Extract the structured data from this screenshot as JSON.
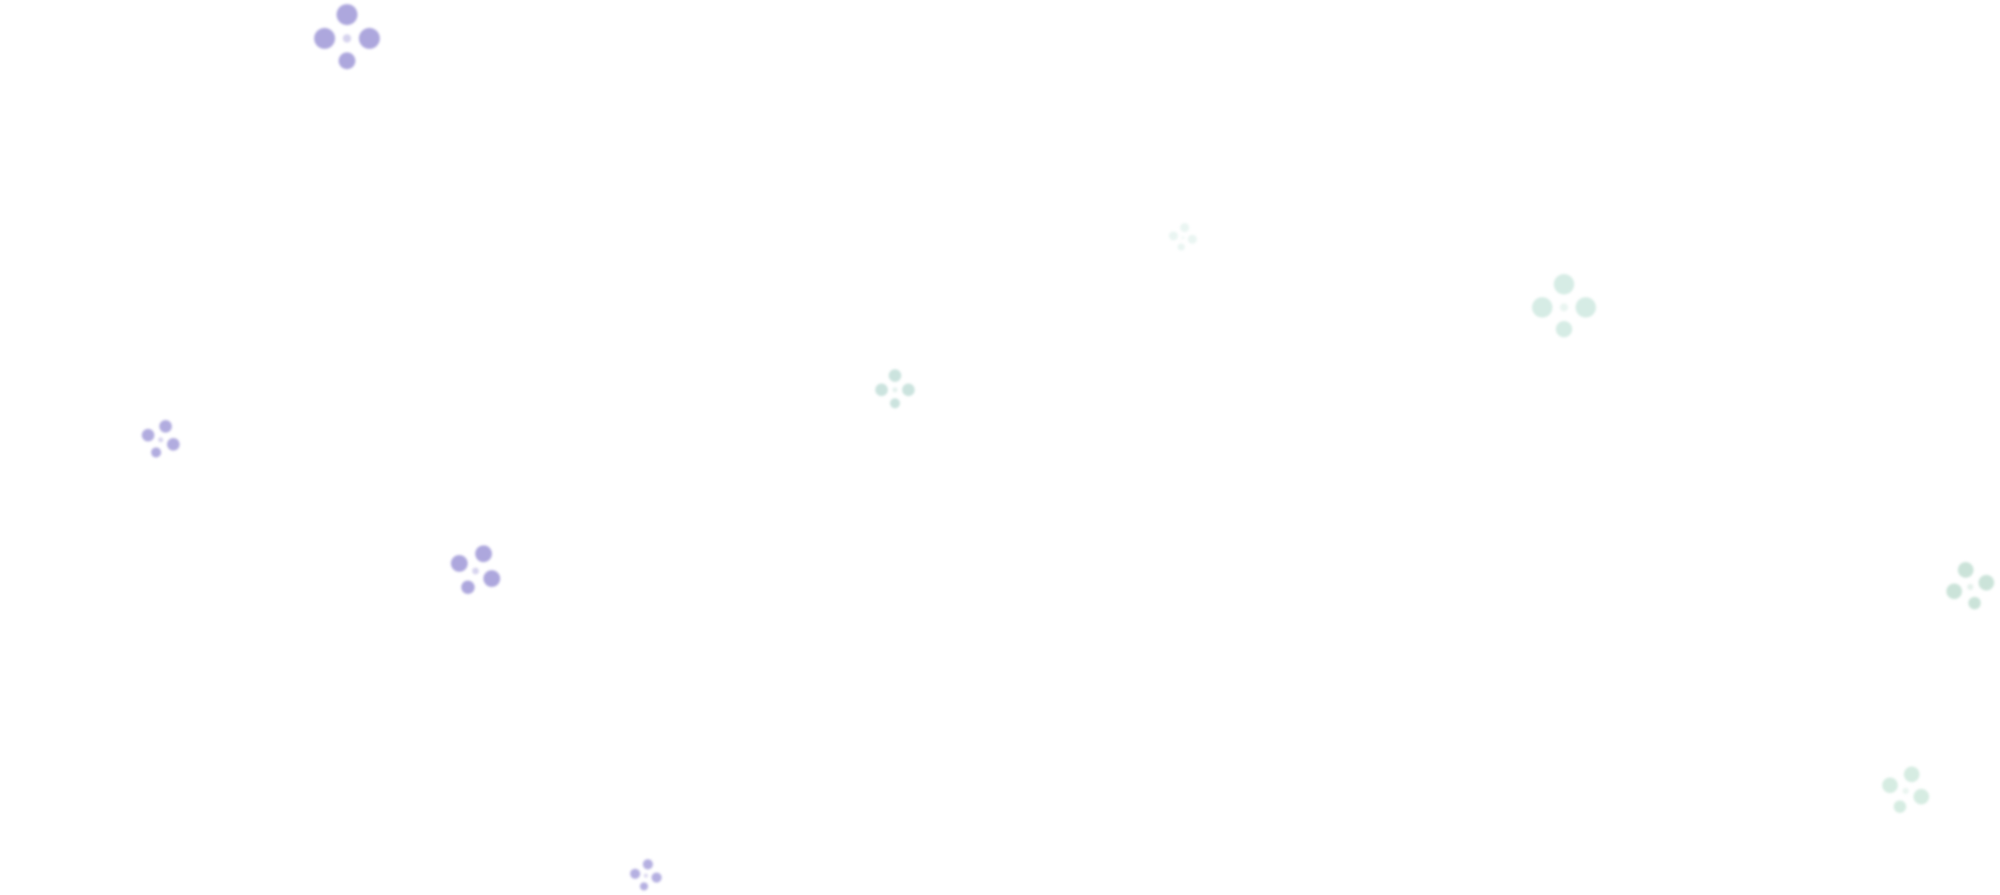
{
  "background": "#ffffff",
  "sparkles": [
    {
      "name": "sparkle-purple-1",
      "color": "#a9a3dc",
      "opacity": 0.95
    },
    {
      "name": "sparkle-purple-2",
      "color": "#a9a3dc",
      "opacity": 0.9
    },
    {
      "name": "sparkle-purple-3",
      "color": "#a9a3dc",
      "opacity": 0.95
    },
    {
      "name": "sparkle-purple-4",
      "color": "#a9a3dc",
      "opacity": 0.85
    },
    {
      "name": "sparkle-teal-1",
      "color": "#bfdcd6",
      "opacity": 0.8
    },
    {
      "name": "sparkle-teal-2",
      "color": "#dcefe9",
      "opacity": 0.6
    },
    {
      "name": "sparkle-teal-3",
      "color": "#c9e6dc",
      "opacity": 0.75
    },
    {
      "name": "sparkle-teal-4",
      "color": "#bfdcd0",
      "opacity": 0.8
    },
    {
      "name": "sparkle-teal-5",
      "color": "#c9e6d8",
      "opacity": 0.75
    }
  ]
}
